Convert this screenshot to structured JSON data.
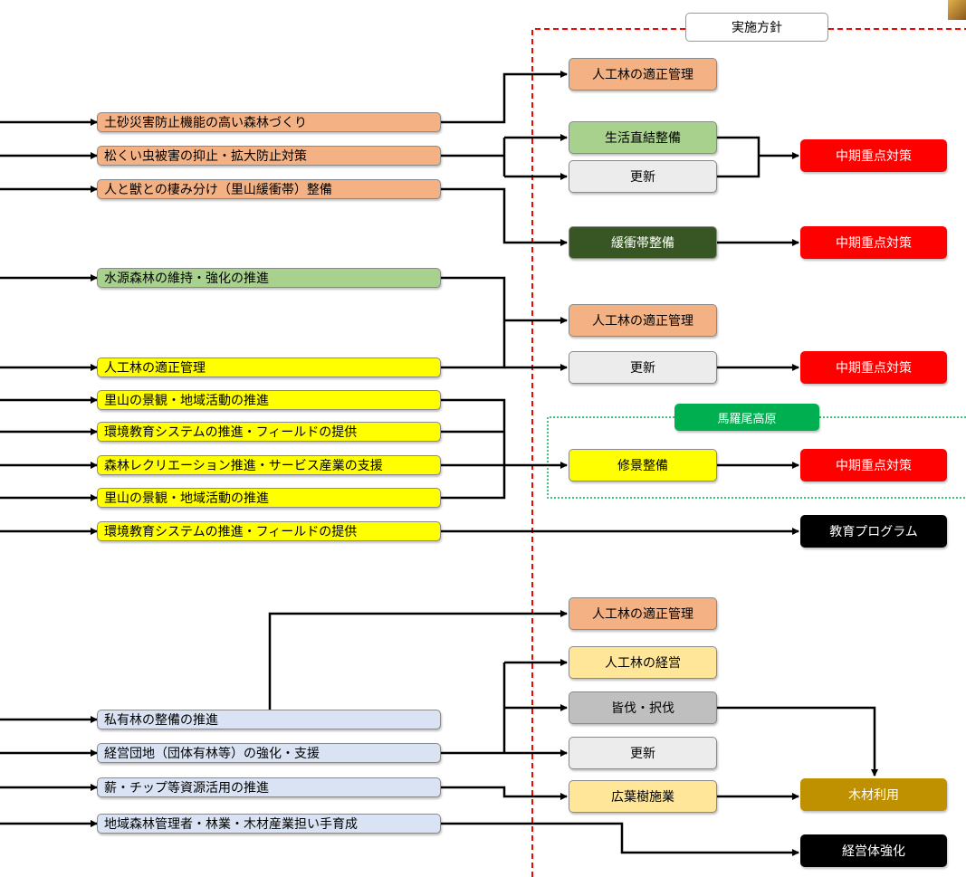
{
  "header": "実施方針",
  "region_label": "馬羅尾高原",
  "left_items": [
    "土砂災害防止機能の高い森林づくり",
    "松くい虫被害の抑止・拡大防止対策",
    "人と獣との棲み分け（里山緩衝帯）整備",
    "水源森林の維持・強化の推進",
    "人工林の適正管理",
    "里山の景観・地域活動の推進",
    "環境教育システムの推進・フィールドの提供",
    "森林レクリエーション推進・サービス産業の支援",
    "里山の景観・地域活動の推進",
    "環境教育システムの推進・フィールドの提供",
    "私有林の整備の推進",
    "経営団地（団体有林等）の強化・支援",
    "薪・チップ等資源活用の推進",
    "地域森林管理者・林業・木材産業担い手育成"
  ],
  "middle_items": [
    "人工林の適正管理",
    "生活直結整備",
    "更新",
    "緩衝帯整備",
    "人工林の適正管理",
    "更新",
    "修景整備",
    "人工林の適正管理",
    "人工林の経営",
    "皆伐・択伐",
    "更新",
    "広葉樹施業"
  ],
  "right_items": [
    "中期重点対策",
    "中期重点対策",
    "中期重点対策",
    "中期重点対策",
    "教育プログラム",
    "木材利用",
    "経営体強化"
  ],
  "colors": {
    "salmon": "#f4b183",
    "green": "#a9d18e",
    "yellow": "#ffff00",
    "light_blue": "#dae3f3",
    "red": "#ff0000",
    "black": "#000000",
    "brown": "#bf9000",
    "region_green": "#00b050",
    "dashed_border": "#ff0000",
    "dotted_border": "#00b050"
  }
}
